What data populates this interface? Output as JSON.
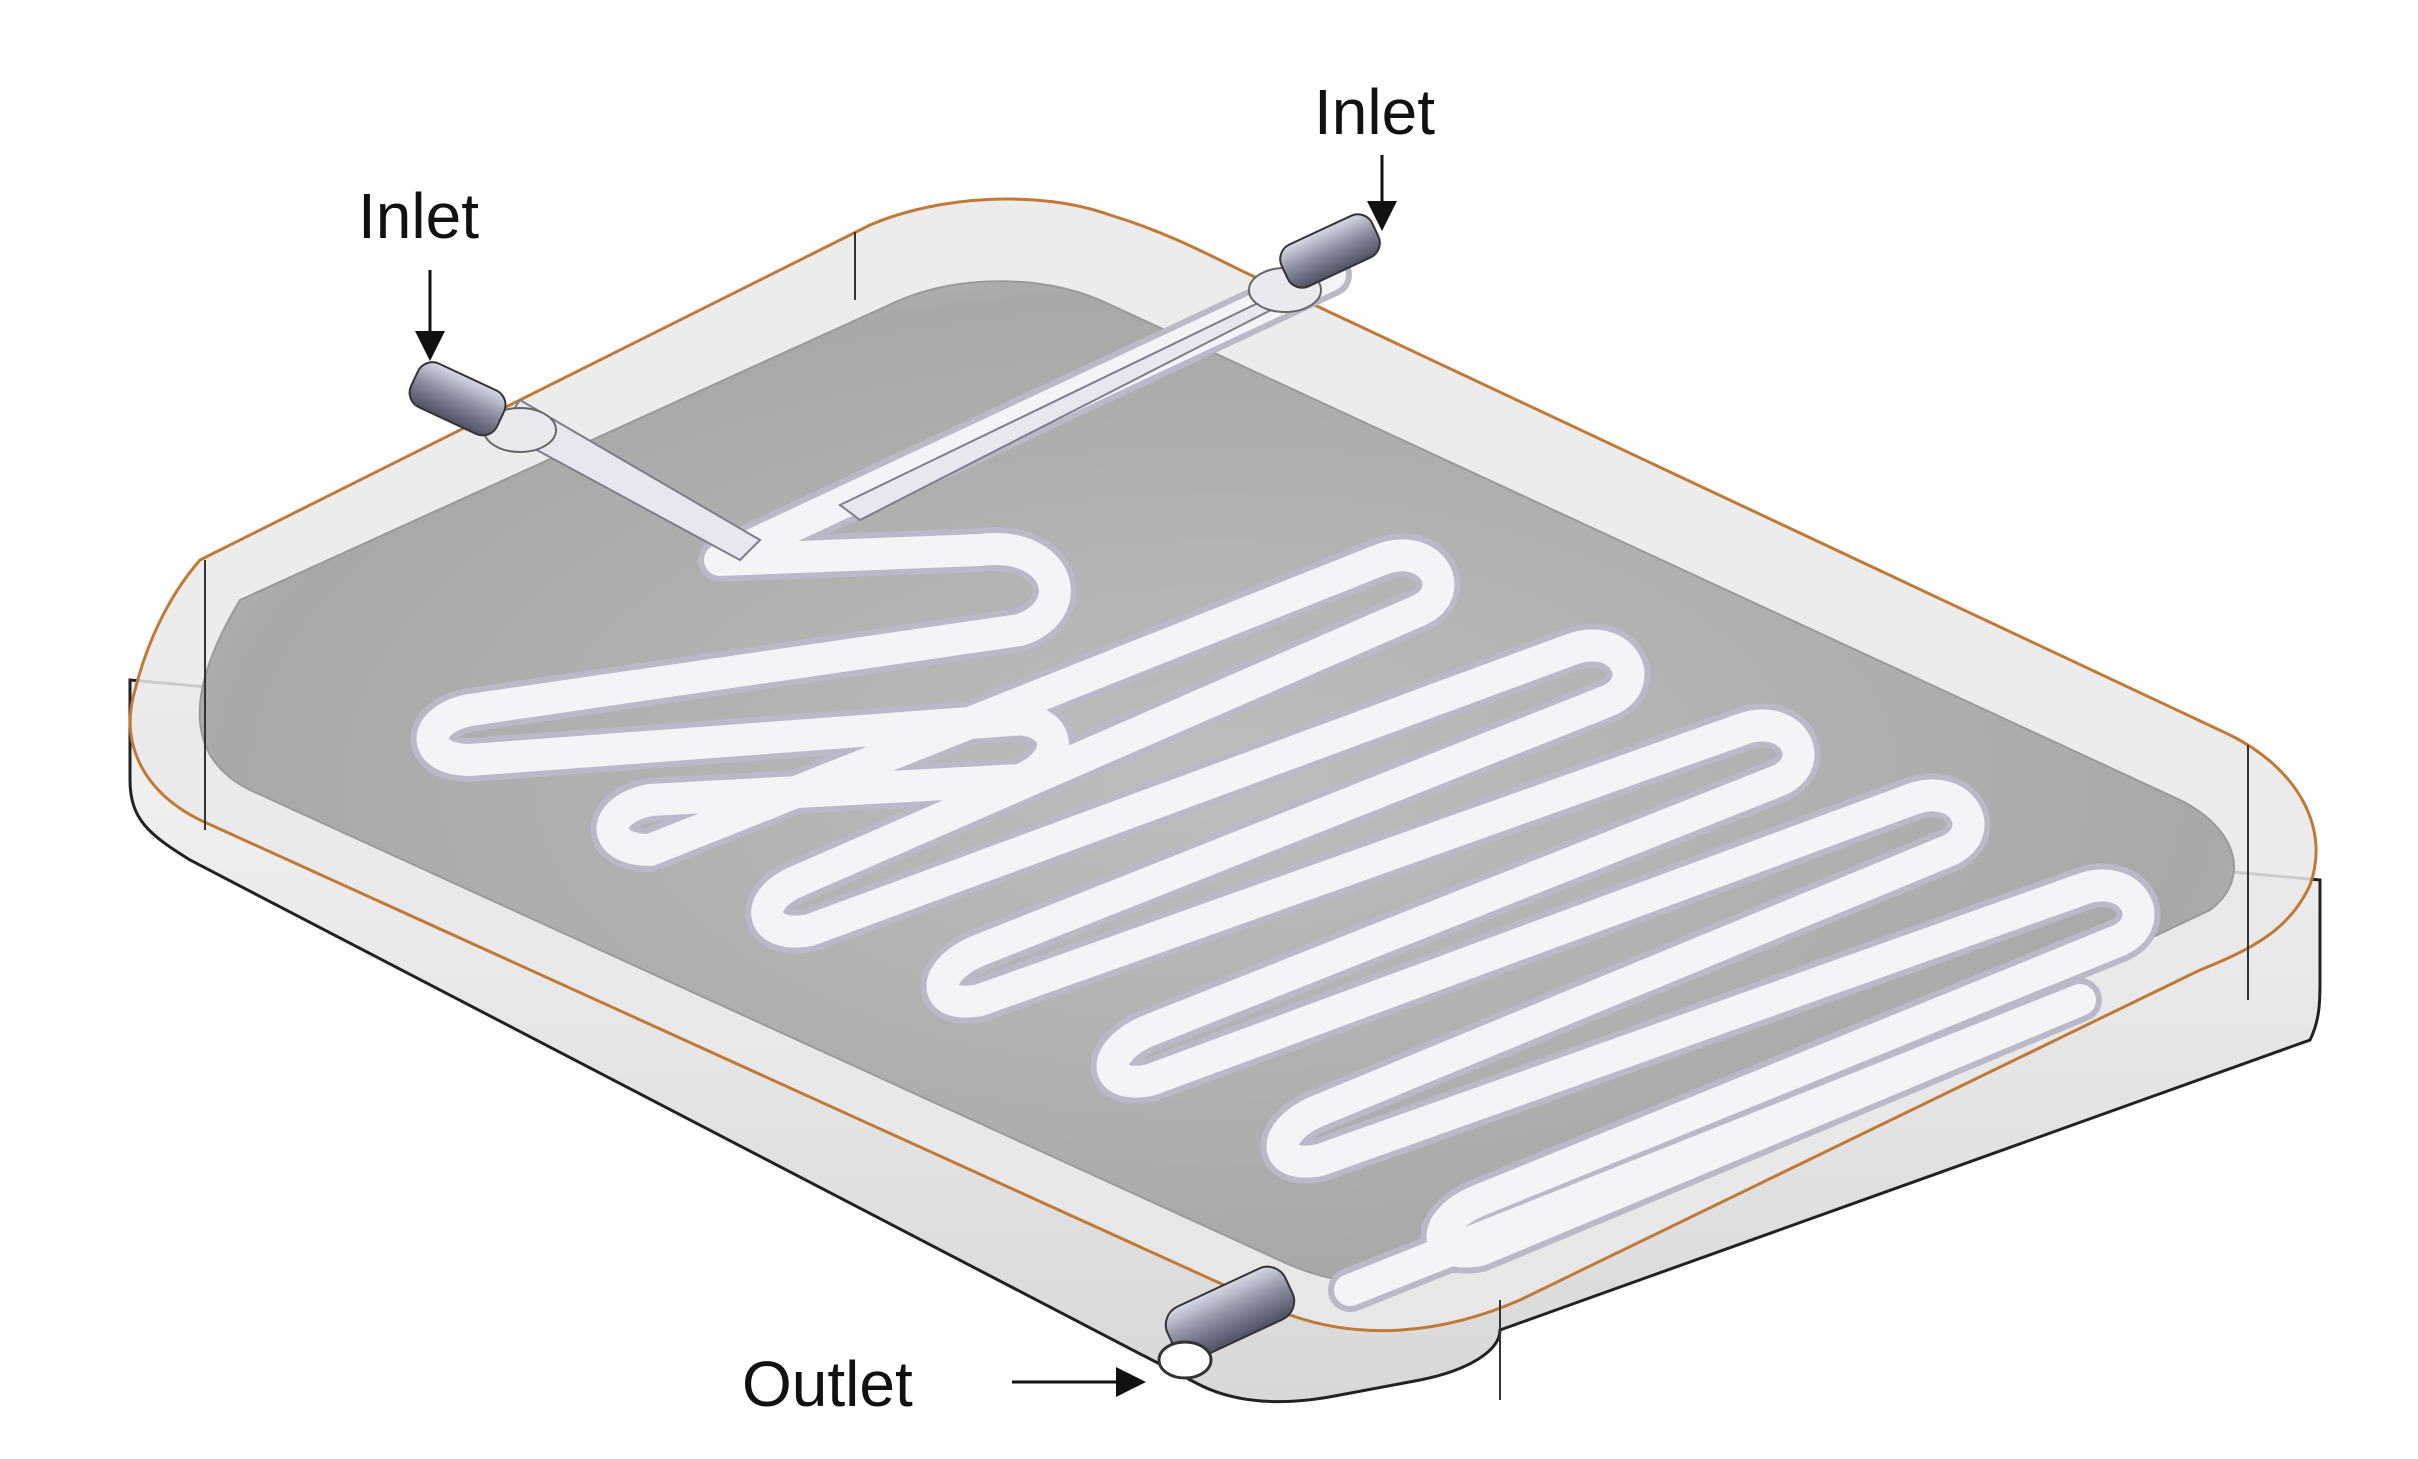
{
  "labels": {
    "inlet_left": "Inlet",
    "inlet_right": "Inlet",
    "outlet": "Outlet"
  },
  "colors": {
    "background": "#ffffff",
    "plate_top_edge": "#c07a35",
    "plate_side": "#e6e6e6",
    "plate_inner": "#a9a9a9",
    "tube": "#f1f1f7",
    "tube_shadow": "#b9b9c9",
    "fitting": "#7f8196"
  },
  "icons": {
    "arrow": "down-arrow-icon",
    "outlet_arrow": "right-arrow-icon"
  }
}
